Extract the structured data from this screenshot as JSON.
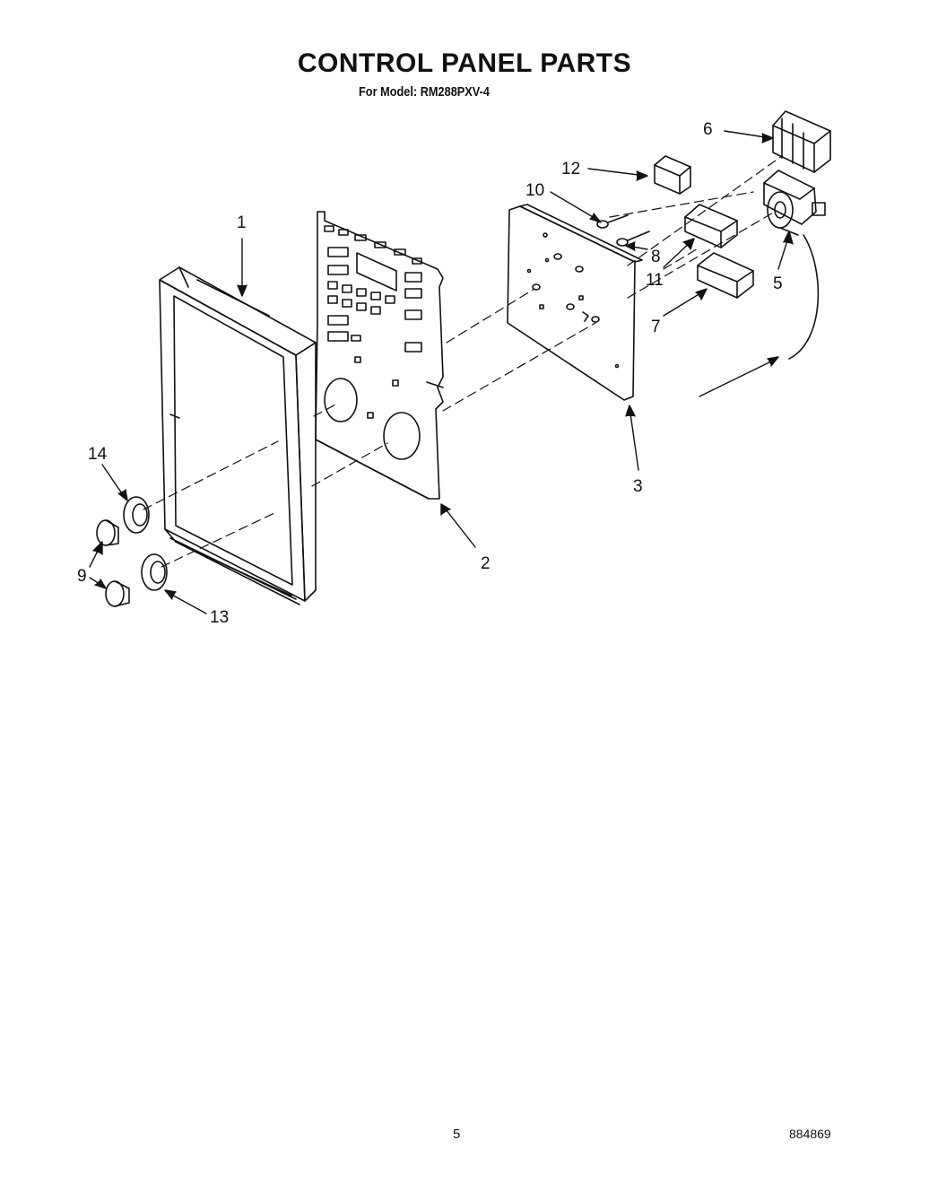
{
  "title": "CONTROL PANEL PARTS",
  "subtitle": "For Model: RM288PXV-4",
  "page_number": "5",
  "document_number": "884869",
  "callouts": [
    "1",
    "2",
    "3",
    "5",
    "6",
    "7",
    "8",
    "9",
    "10",
    "11",
    "12",
    "13",
    "14"
  ]
}
